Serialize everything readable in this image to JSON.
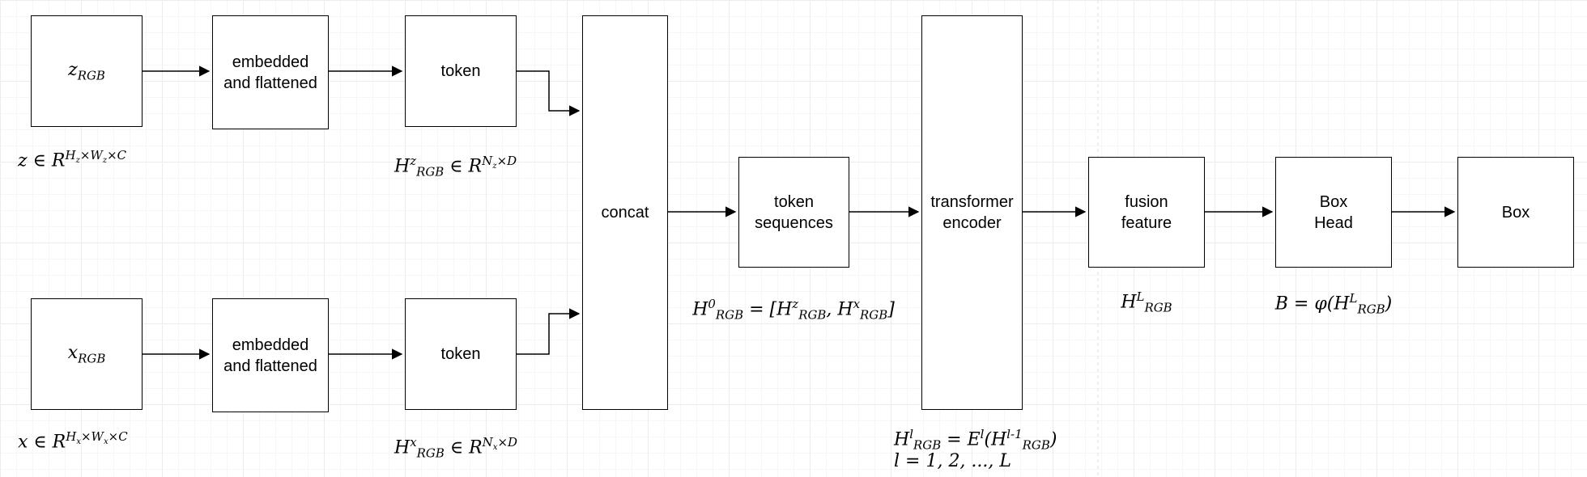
{
  "colors": {
    "box_fill": "#ffffff",
    "box_stroke": "#000000",
    "arrow_stroke": "#000000",
    "grid_minor": "#f6f6f6",
    "grid_major": "#ececec",
    "page_boundary": "#e2e2e2"
  },
  "nodes": {
    "z_input": {
      "math": "z_{RGB}"
    },
    "embed_top": {
      "label": "embedded\nand flattened"
    },
    "token_top": {
      "label": "token"
    },
    "concat": {
      "label": "concat"
    },
    "x_input": {
      "math": "x_{RGB}"
    },
    "embed_bottom": {
      "label": "embedded\nand flattened"
    },
    "token_bottom": {
      "label": "token"
    },
    "token_sequences": {
      "label": "token\nsequences"
    },
    "transformer_encoder": {
      "label": "transformer\nencoder"
    },
    "fusion_feature": {
      "label": "fusion\nfeature"
    },
    "box_head": {
      "label": "Box\nHead"
    },
    "box_output": {
      "label": "Box"
    }
  },
  "annotations": {
    "z_dim": "z ∈ R^{H_z×W_z×C}",
    "h_z": "H^z_{RGB} ∈ R^{N_z×D}",
    "x_dim": "x ∈ R^{H_x×W_x×C}",
    "h_x": "H^x_{RGB} ∈ R^{N_x×D}",
    "h_0": "H^0_{RGB} = [H^z_{RGB}, H^x_{RGB}]",
    "h_l_line1": "H^l_{RGB} = E^l(H^{l-1}_{RGB})",
    "h_l_line2": "l = 1, 2, ..., L",
    "h_L": "H^L_{RGB}",
    "b_eq": "B = φ(H^L_{RGB})"
  }
}
